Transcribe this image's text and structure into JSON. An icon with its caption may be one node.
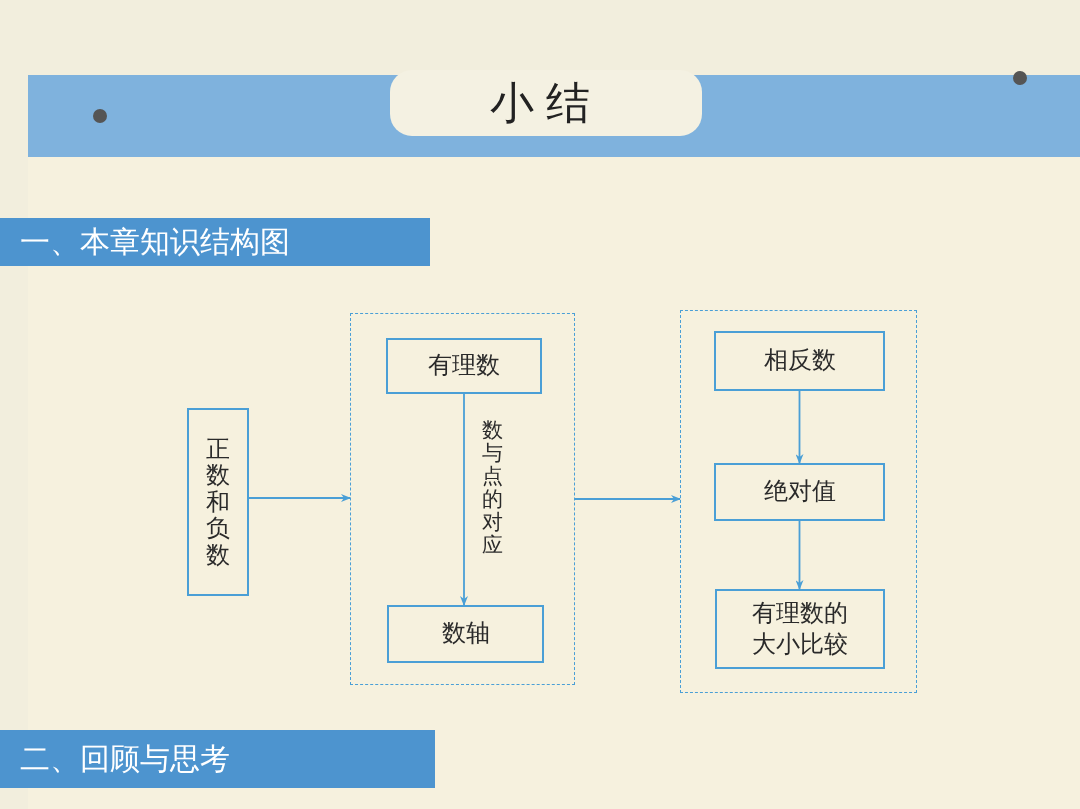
{
  "diagram": {
    "title": "小结",
    "nodes": [
      {
        "text": [
          "正数和负数"
        ]
      },
      {
        "text": [],
        "shape": "box"
      },
      {
        "text": [
          "有理数"
        ],
        "in": 1
      },
      {
        "text": [
          "数轴"
        ],
        "in": 1
      },
      {
        "text": [],
        "shape": "box"
      },
      {
        "text": [
          "相反数"
        ],
        "in": 4
      },
      {
        "text": [
          "绝对值"
        ],
        "in": 4
      },
      {
        "text": [
          "有理数的大小比较"
        ],
        "in": 4
      }
    ],
    "edges": [
      {
        "from": 0,
        "to": 1,
        "arrow": "to"
      },
      {
        "from": 1,
        "to": 4,
        "arrow": "to"
      },
      {
        "from": 2,
        "to": 3,
        "arrow": "to",
        "label": "数与点的对应"
      },
      {
        "from": 5,
        "to": 6,
        "arrow": "to"
      },
      {
        "from": 6,
        "to": 7,
        "arrow": "to"
      }
    ],
    "labels": [
      "一、本章知识结构图",
      "二、回顾与思考"
    ]
  }
}
